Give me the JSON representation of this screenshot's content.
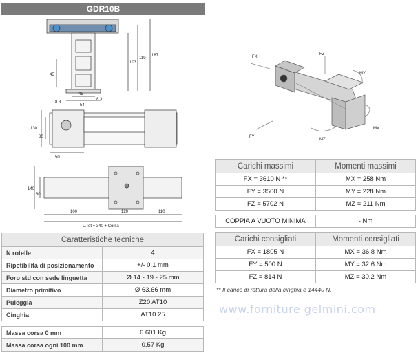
{
  "title": "GDR10B",
  "drawing_dims": {
    "d1": "45",
    "d2": "103",
    "d3": "119",
    "d4": "187",
    "d5": "8.3",
    "d6": "45",
    "d7": "8.3",
    "d8": "54",
    "d9": "130",
    "d10": "80",
    "d11": "50",
    "d12": "140",
    "d13": "60",
    "d14": "100",
    "d15": "120",
    "d16": "110",
    "ltot": "L.Tot = 340 + Corsa"
  },
  "iso_labels": {
    "fx": "FX",
    "fz": "FZ",
    "my": "MY",
    "mx": "MX",
    "mz": "MZ",
    "fy": "FY"
  },
  "spec": {
    "header": "Caratteristiche tecniche",
    "rows": [
      {
        "label": "N rotelle",
        "value": "4"
      },
      {
        "label": "Ripetibilità di posizionamento",
        "value": "+/- 0.1 mm"
      },
      {
        "label": "Foro std con sede linguetta",
        "value": "Ø 14 - 19 - 25 mm"
      },
      {
        "label": "Diametro primitivo",
        "value": "Ø 63.66 mm"
      },
      {
        "label": "Puleggia",
        "value": "Z20 AT10"
      },
      {
        "label": "Cinghia",
        "value": "AT10 25"
      }
    ],
    "mass_rows": [
      {
        "label": "Massa corsa 0 mm",
        "value": "6.601 Kg"
      },
      {
        "label": "Massa corsa ogni 100 mm",
        "value": "0.57 Kg"
      }
    ]
  },
  "loads_max": {
    "h1": "Carichi massimi",
    "h2": "Momenti massimi",
    "rows": [
      {
        "a": "FX = 3610 N **",
        "b": "MX = 258 Nm"
      },
      {
        "a": "FY = 3500 N",
        "b": "MY = 228 Nm"
      },
      {
        "a": "FZ = 5702 N",
        "b": "MZ = 211 Nm"
      }
    ]
  },
  "torque": {
    "label": "COPPIA A VUOTO MINIMA",
    "value": "- Nm"
  },
  "loads_rec": {
    "h1": "Carichi consigliati",
    "h2": "Momenti consigliati",
    "rows": [
      {
        "a": "FX = 1805 N",
        "b": "MX = 36.8 Nm"
      },
      {
        "a": "FY = 500 N",
        "b": "MY = 32.6 Nm"
      },
      {
        "a": "FZ = 814 N",
        "b": "MZ = 30.2 Nm"
      }
    ]
  },
  "note": "** Il carico di rottura della cinghia è 14440 N.",
  "website": "www.forniture gelmini.com"
}
